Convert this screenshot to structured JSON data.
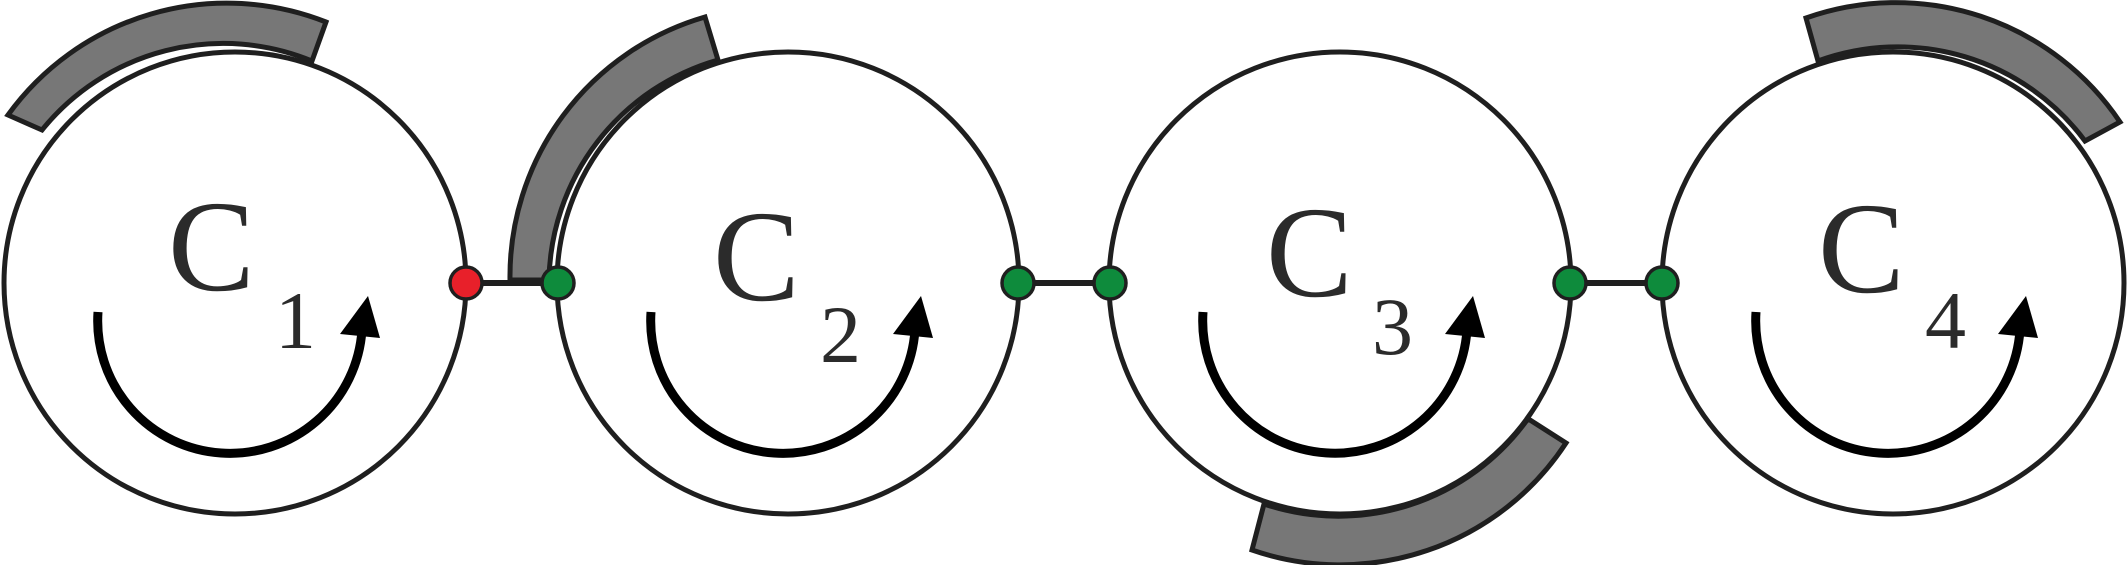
{
  "diagram": {
    "cogs": [
      {
        "id": "c1",
        "letter": "C",
        "subscript": "1"
      },
      {
        "id": "c2",
        "letter": "C",
        "subscript": "2"
      },
      {
        "id": "c3",
        "letter": "C",
        "subscript": "3"
      },
      {
        "id": "c4",
        "letter": "C",
        "subscript": "4"
      }
    ],
    "connectors": [
      {
        "between": [
          "c1",
          "c2"
        ],
        "left_color": "#e8202a",
        "right_color": "#0e8b3c"
      },
      {
        "between": [
          "c2",
          "c3"
        ],
        "left_color": "#0e8b3c",
        "right_color": "#0e8b3c"
      },
      {
        "between": [
          "c3",
          "c4"
        ],
        "left_color": "#0e8b3c",
        "right_color": "#0e8b3c"
      }
    ],
    "colors": {
      "ring_fill": "#ffffff",
      "outline": "#1f1f1f",
      "arc_fill": "#777777",
      "arrow": "#000000",
      "red_node": "#e8202a",
      "green_node": "#0e8b3c"
    }
  }
}
